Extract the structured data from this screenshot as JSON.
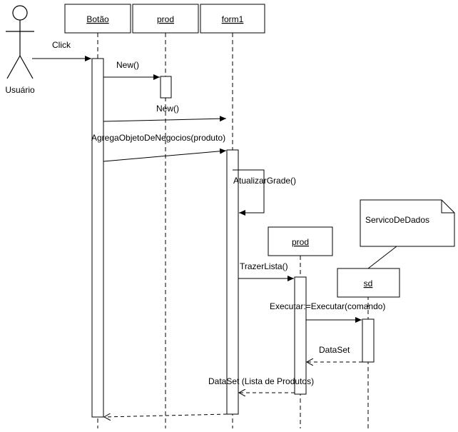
{
  "actor": {
    "name": "Usuário"
  },
  "objects": {
    "botao": "Botão",
    "prod": "prod",
    "form1": "form1",
    "prod2": "prod",
    "sd": "sd"
  },
  "note": {
    "text": "ServicoDeDados"
  },
  "messages": {
    "click": "Click",
    "new1": "New()",
    "new2": "New()",
    "agrega": "AgregaObjetoDeNegocios(produto)",
    "atualizar": "AtualizarGrade()",
    "trazer": "TrazerLista()",
    "executar": "Executar:=Executar(comando)",
    "dataset": "DataSet",
    "dataset_lista": "DataSet (Lista de Produtos)"
  }
}
